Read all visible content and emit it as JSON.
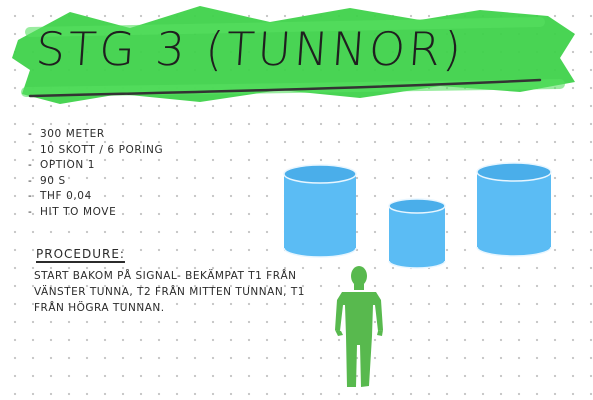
{
  "title": "STG 3 (TUNNOR)",
  "bullets": [
    "300 METER",
    "10 SKOTT / 6 PORING",
    "OPTION 1",
    "90 S",
    "THF 0,04",
    "HIT TO MOVE"
  ],
  "procedure": {
    "heading": "PROCEDURE:",
    "text": "START BAKOM PÅ SIGNAL- BEKÄMPAT T1 FRÅN VÄNSTER TUNNA, T2 FRÅN MITTEN TUNNAN, T1 FRÅN HÖGRA TUNNAN."
  },
  "colors": {
    "highlight": "#3fd24b",
    "barrel_body": "#5bbcf4",
    "barrel_top": "#4aaeea",
    "barrel_edge": "#e8f6ff",
    "figure": "#58b94e",
    "ink": "#2b2b2b"
  },
  "icons": [
    "barrel-left-icon",
    "barrel-middle-icon",
    "barrel-right-icon",
    "shooter-figure-icon"
  ]
}
